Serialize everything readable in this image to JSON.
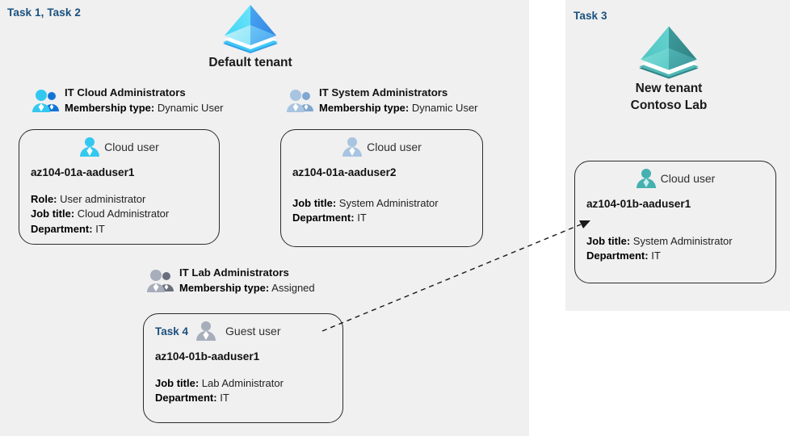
{
  "panels": {
    "left": {
      "task_label": "Task 1, Task 2"
    },
    "right": {
      "task_label": "Task 3"
    }
  },
  "tenants": [
    {
      "name": "Default tenant",
      "icon": "azure-ad-tenant-icon",
      "color": "#3fb8ef"
    },
    {
      "name_line1": "New  tenant",
      "name_line2": "Contoso Lab",
      "icon": "azure-ad-tenant-icon",
      "color": "#4fbdbd"
    }
  ],
  "groups": [
    {
      "title": "IT Cloud Administrators",
      "meta_label": "Membership type:",
      "meta_value": "Dynamic User",
      "icon": "user-group-icon"
    },
    {
      "title": "IT System Administrators",
      "meta_label": "Membership type:",
      "meta_value": "Dynamic User",
      "icon": "user-group-icon"
    },
    {
      "title": "IT Lab Administrators",
      "meta_label": "Membership type:",
      "meta_value": "Assigned",
      "icon": "user-group-icon"
    }
  ],
  "users": [
    {
      "task": "",
      "user_type": "Cloud user",
      "icon": "cloud-user-icon",
      "name": "az104-01a-aaduser1",
      "attrs": [
        {
          "label": "Role:",
          "value": "User administrator"
        },
        {
          "label": "Job title:",
          "value": "Cloud Administrator"
        },
        {
          "label": "Department:",
          "value": "IT"
        }
      ]
    },
    {
      "task": "",
      "user_type": "Cloud user",
      "icon": "cloud-user-icon",
      "name": "az104-01a-aaduser2",
      "attrs": [
        {
          "label": "Job title:",
          "value": "System Administrator"
        },
        {
          "label": "Department:",
          "value": "IT"
        }
      ]
    },
    {
      "task": "Task 4",
      "user_type": "Guest user",
      "icon": "guest-user-icon",
      "name": "az104-01b-aaduser1",
      "attrs": [
        {
          "label": "Job title:",
          "value": "Lab Administrator"
        },
        {
          "label": "Department:",
          "value": "IT"
        }
      ]
    },
    {
      "task": "",
      "user_type": "Cloud user",
      "icon": "cloud-user-icon",
      "name": "az104-01b-aaduser1",
      "attrs": [
        {
          "label": "Job title:",
          "value": "System Administrator"
        },
        {
          "label": "Department:",
          "value": "IT"
        }
      ]
    }
  ],
  "connector": {
    "style": "dashed-arrow",
    "from": "guest-user-card",
    "to": "new-tenant-cloud-user-card"
  },
  "colors": {
    "panel_background": "#f0f0f0",
    "page_background": "#ffffff",
    "task_label": "#19507e",
    "card_border": "#2b2b2b",
    "accent_blue": "#3fb8ef",
    "accent_teal": "#4fbdbd",
    "accent_gray": "#9aa1ad"
  }
}
